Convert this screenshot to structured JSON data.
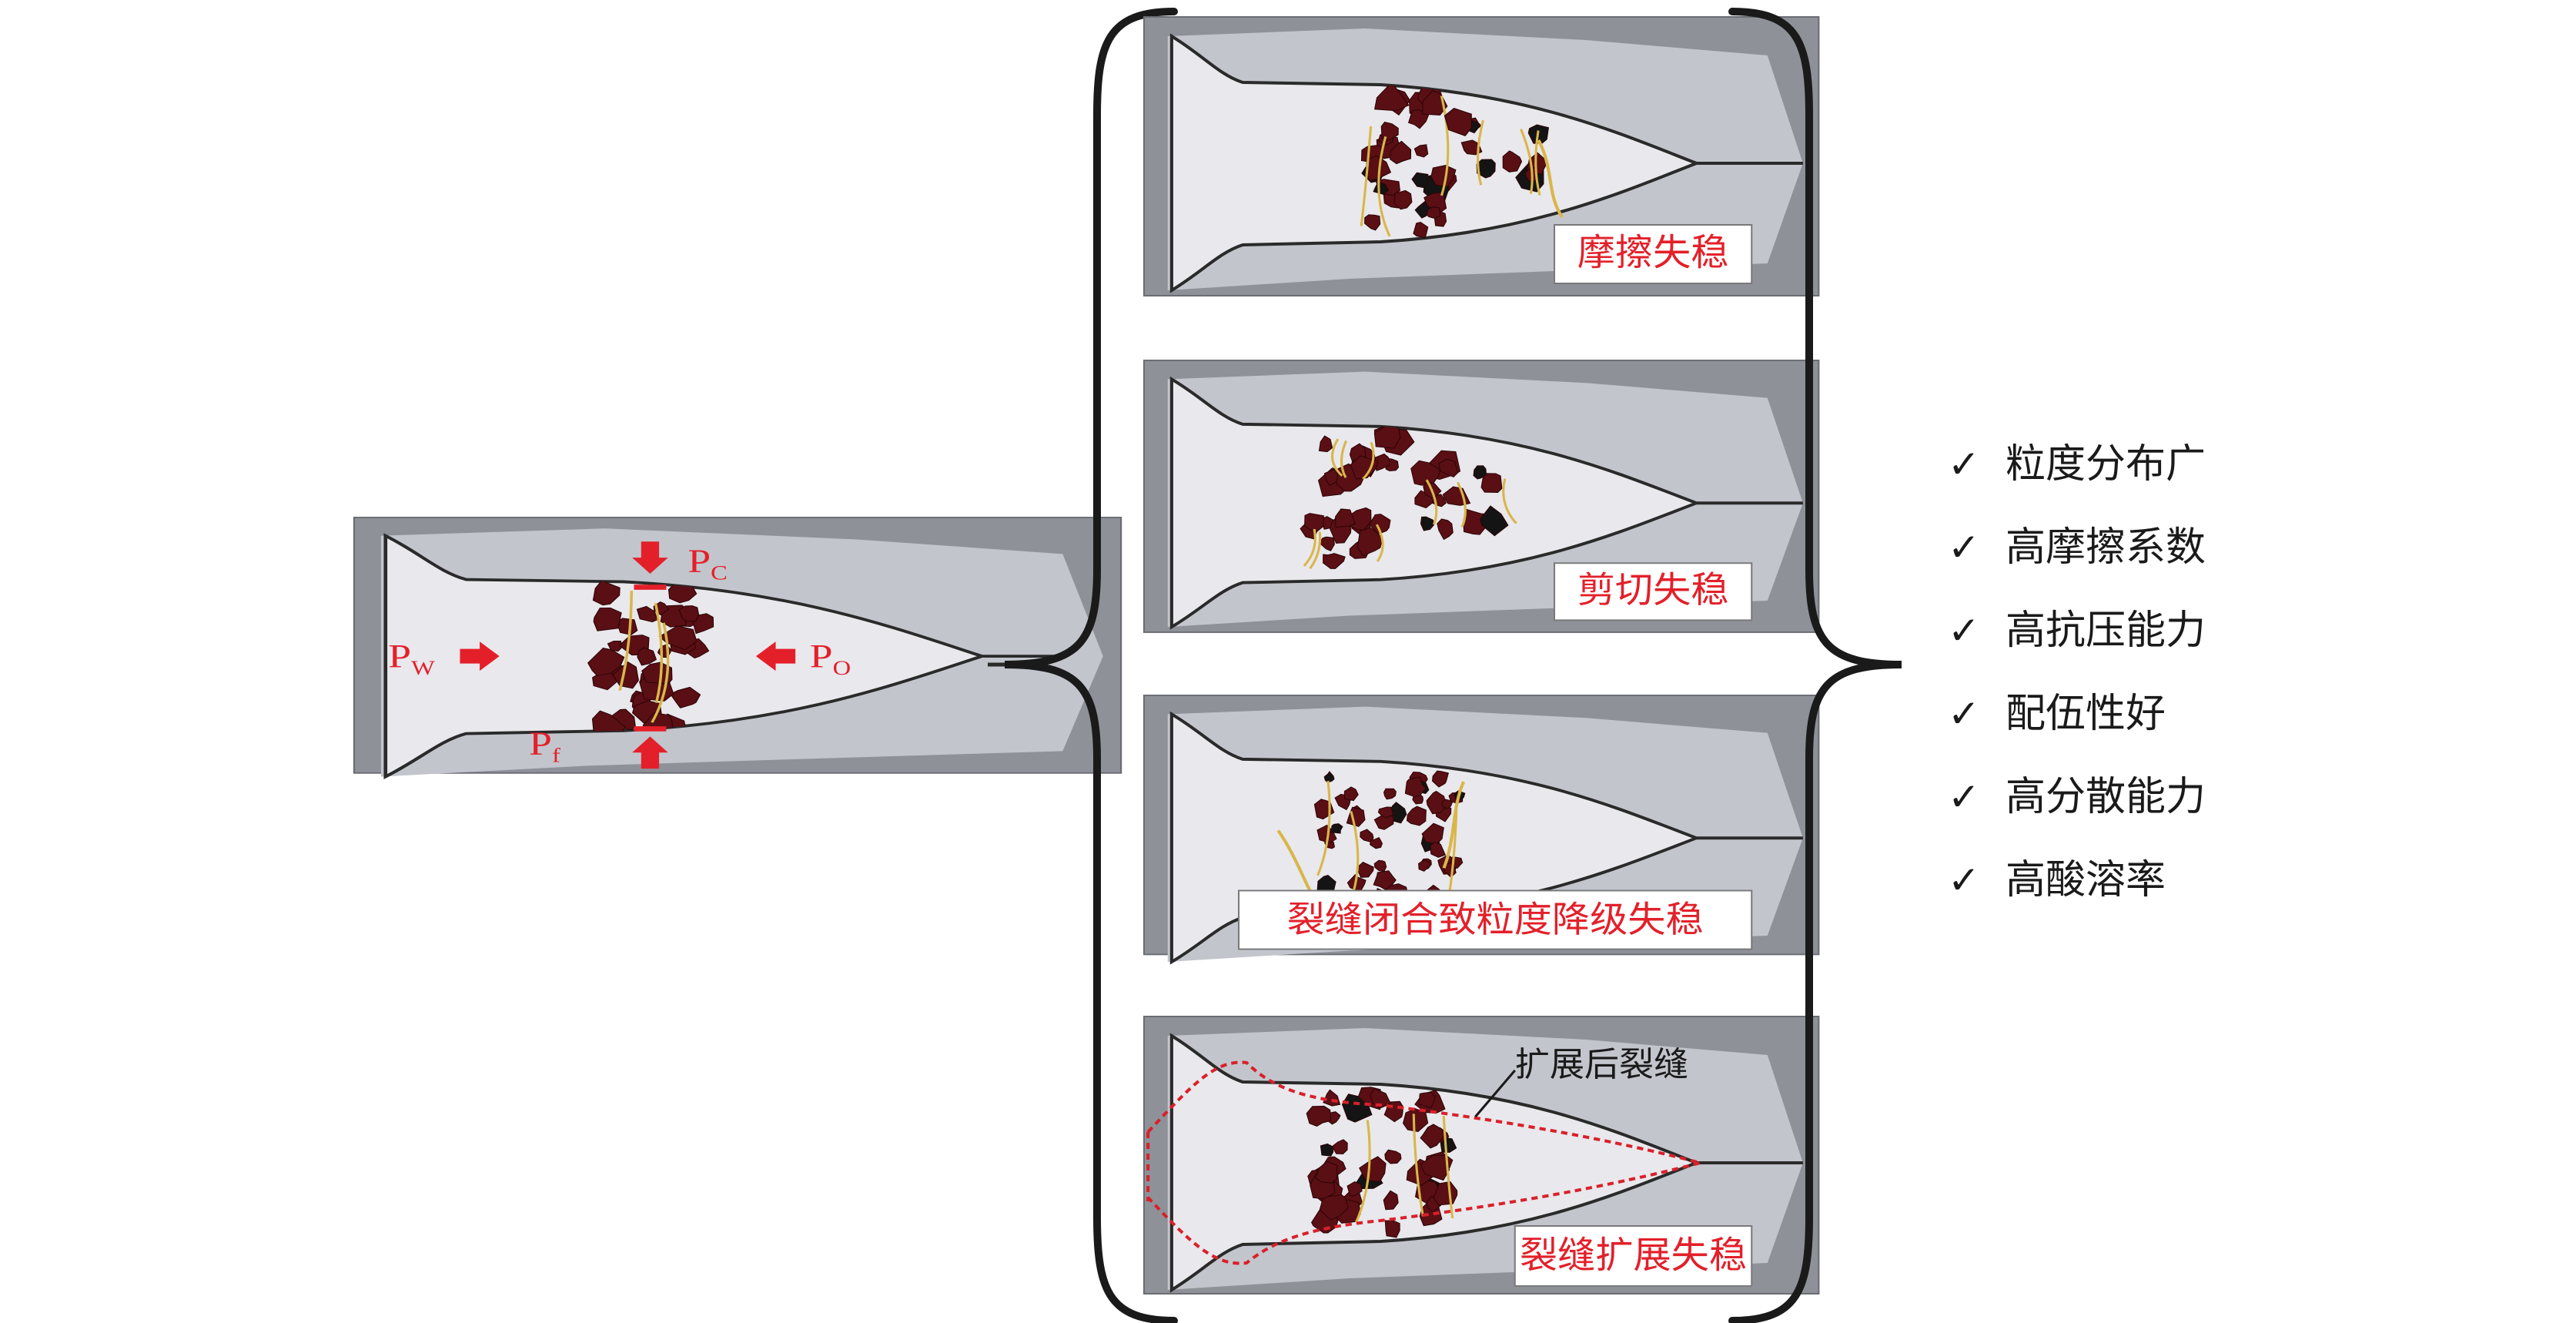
{
  "left_panel": {
    "pressures": {
      "pw": {
        "base": "P",
        "sub": "W"
      },
      "po": {
        "base": "P",
        "sub": "O"
      },
      "pc": {
        "base": "P",
        "sub": "C"
      },
      "pf": {
        "base": "P",
        "sub": "f"
      }
    }
  },
  "panels": [
    {
      "label": "摩擦失稳"
    },
    {
      "label": "剪切失稳"
    },
    {
      "label": "裂缝闭合致粒度降级失稳"
    },
    {
      "label": "裂缝扩展失稳",
      "annotation": "扩展后裂缝"
    }
  ],
  "requirements": [
    "粒度分布广",
    "高摩擦系数",
    "高抗压能力",
    "配伍性好",
    "高分散能力",
    "高酸溶率"
  ],
  "colors": {
    "rock": "#8f9199",
    "fracture_zone": "#c3c5cc",
    "fracture": "#e9e8ec",
    "particle": "#5a0f14",
    "particle_black": "#141414",
    "crack": "#d9b64a",
    "label_red": "#e3202a",
    "dashed_red": "#d9202a"
  },
  "icons": {
    "check": "check-icon",
    "arrow": "arrow-icon"
  }
}
